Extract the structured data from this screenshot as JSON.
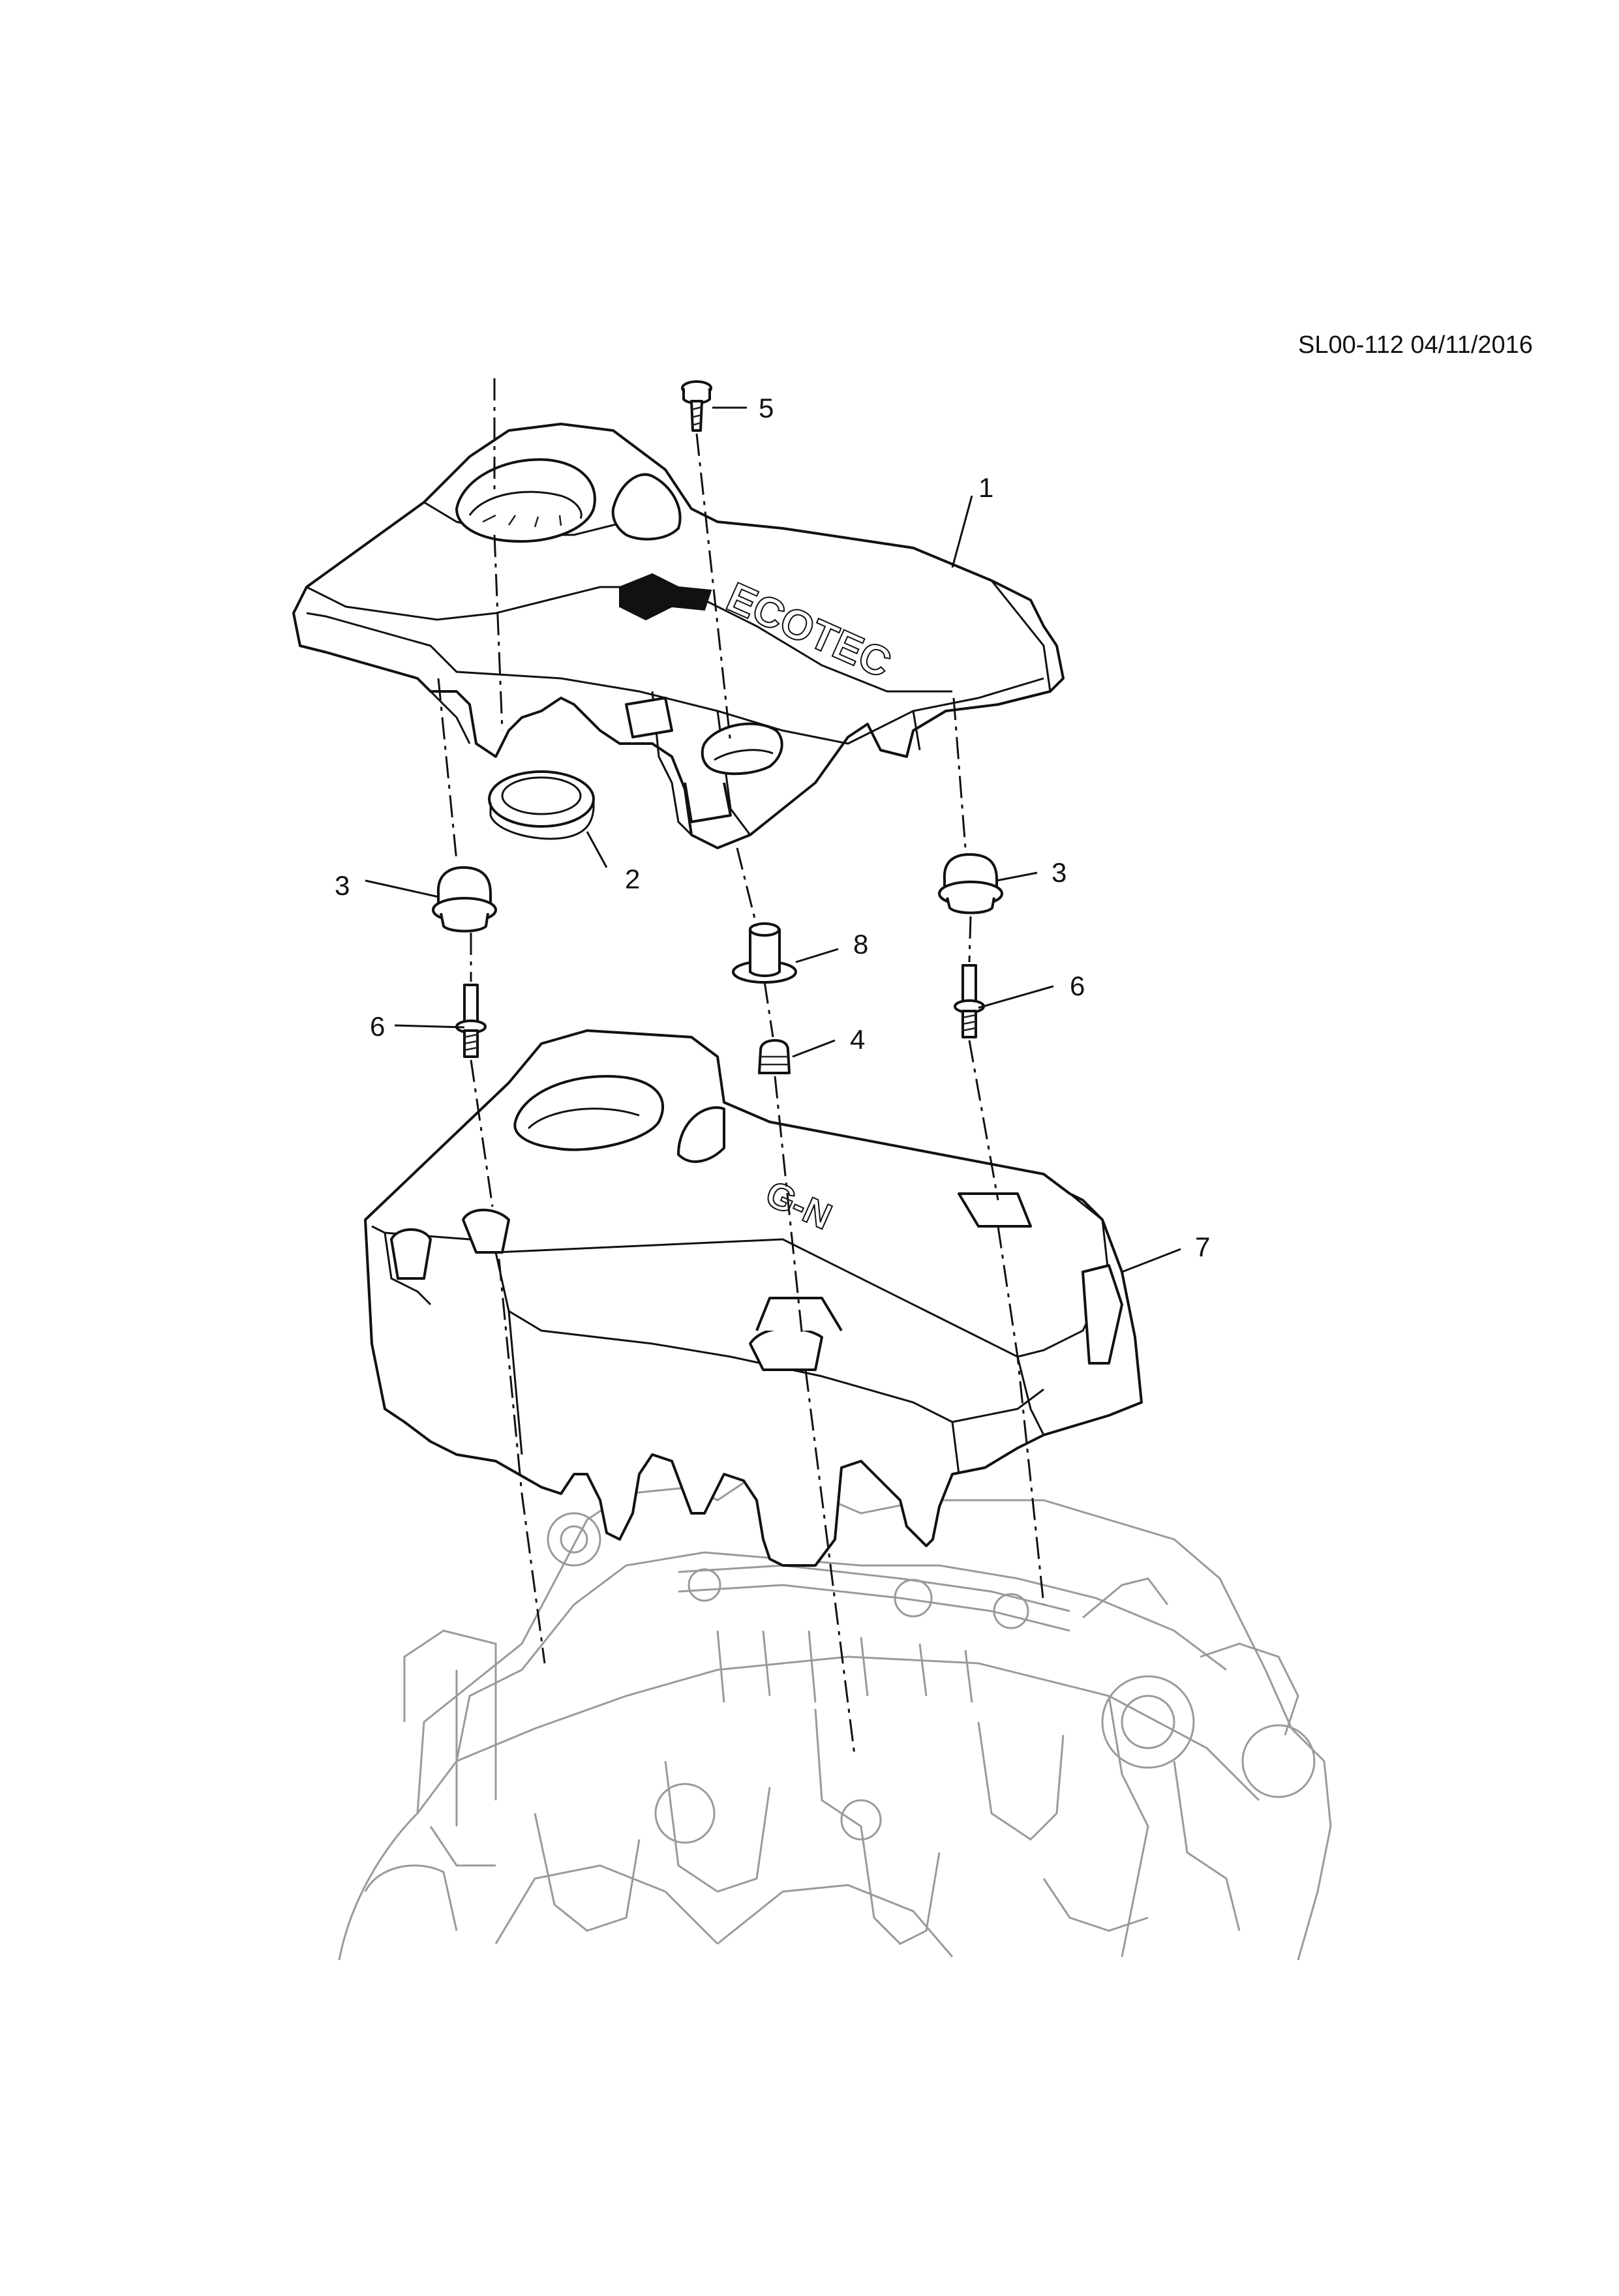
{
  "document": {
    "code": "SL00-112 04/11/2016"
  },
  "emblems": {
    "upper_cover": "ECOTEC",
    "lower_cover": "G-N"
  },
  "callouts": [
    {
      "id": "1"
    },
    {
      "id": "2"
    },
    {
      "id": "3"
    },
    {
      "id": "3"
    },
    {
      "id": "4"
    },
    {
      "id": "5"
    },
    {
      "id": "6"
    },
    {
      "id": "6"
    },
    {
      "id": "7"
    },
    {
      "id": "8"
    }
  ]
}
